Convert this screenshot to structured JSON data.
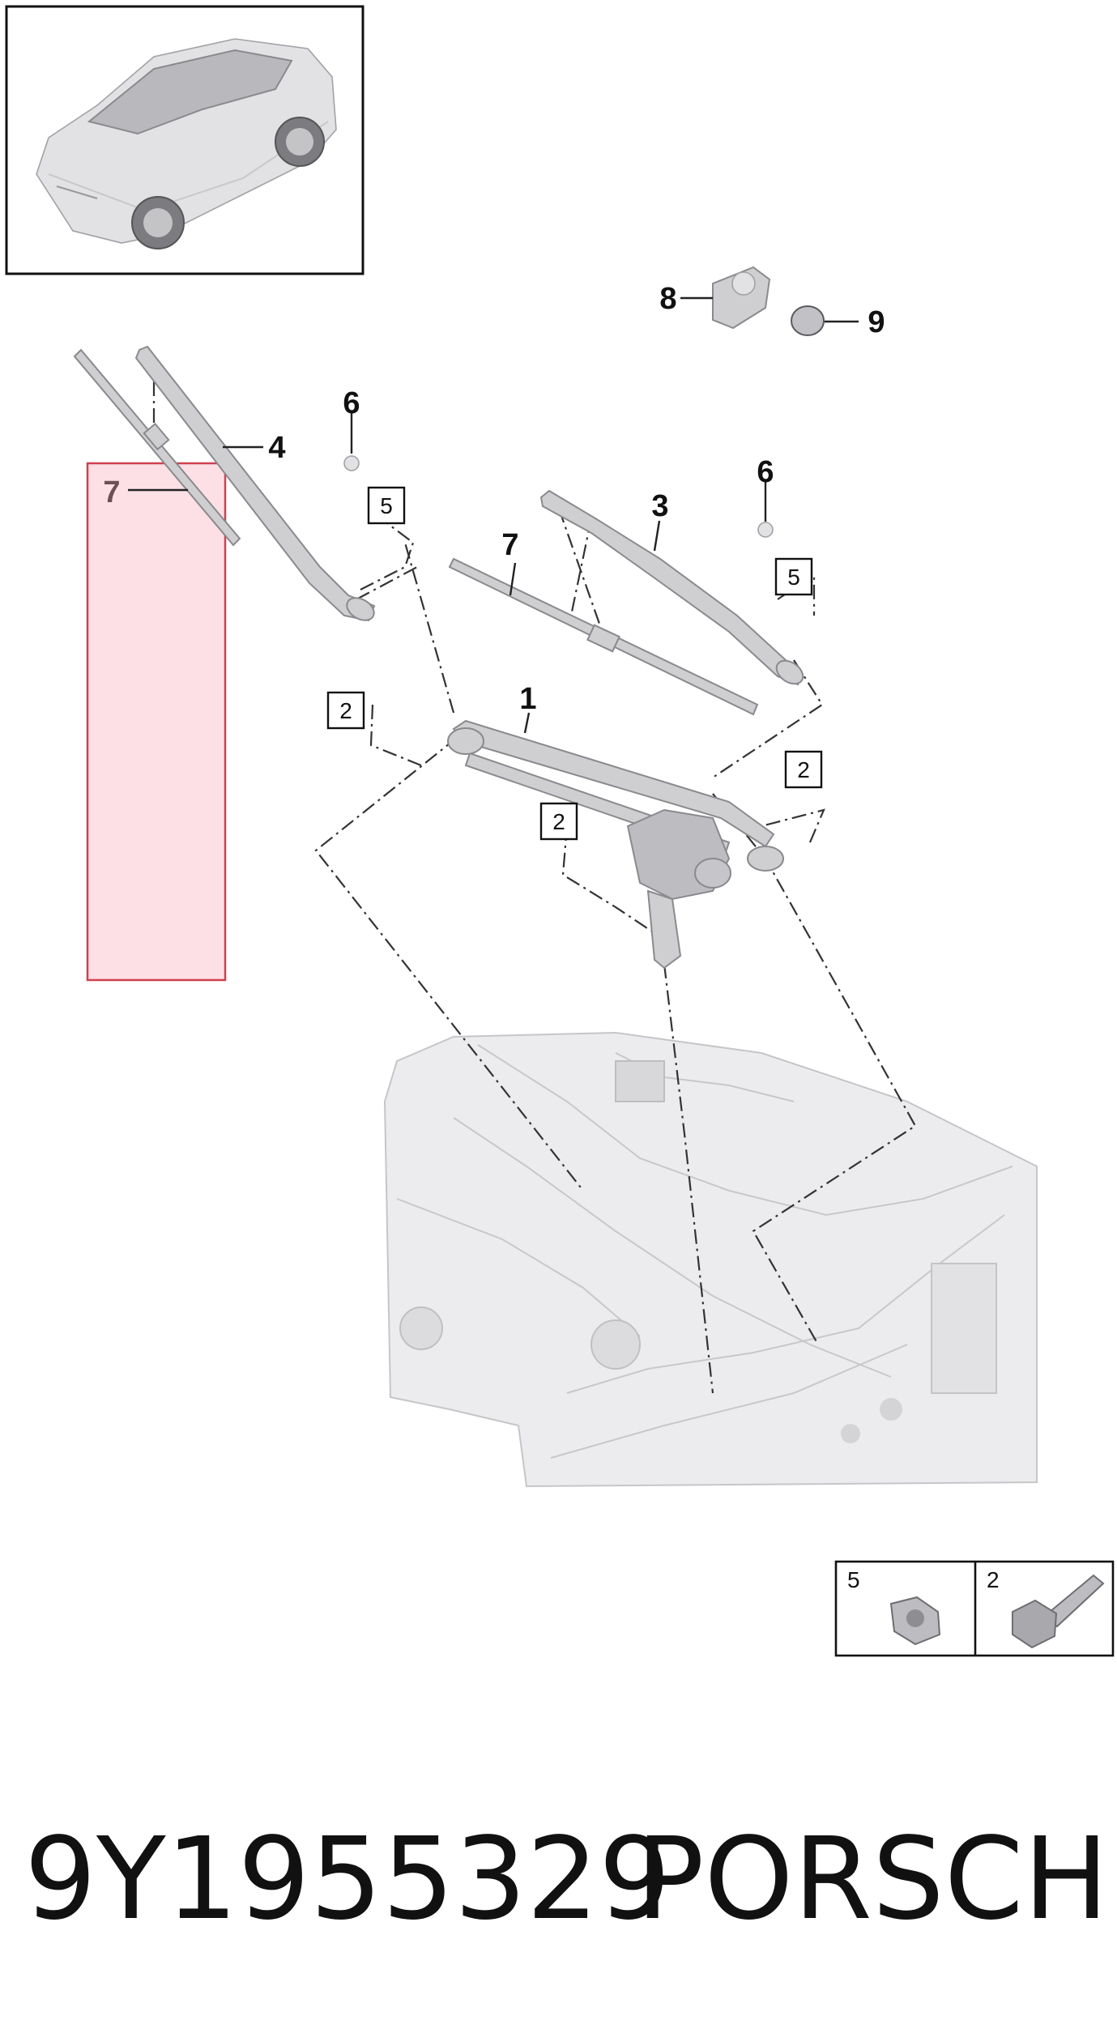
{
  "diagram": {
    "callouts": [
      {
        "id": "c1",
        "label": "1"
      },
      {
        "id": "c3",
        "label": "3"
      },
      {
        "id": "c4",
        "label": "4"
      },
      {
        "id": "c6a",
        "label": "6"
      },
      {
        "id": "c6b",
        "label": "6"
      },
      {
        "id": "c7a",
        "label": "7"
      },
      {
        "id": "c7b",
        "label": "7"
      },
      {
        "id": "c8",
        "label": "8"
      },
      {
        "id": "c9",
        "label": "9"
      }
    ],
    "boxed_labels": [
      {
        "id": "b5a",
        "label": "5"
      },
      {
        "id": "b5b",
        "label": "5"
      },
      {
        "id": "b2a",
        "label": "2"
      },
      {
        "id": "b2b",
        "label": "2"
      },
      {
        "id": "b2c",
        "label": "2"
      }
    ],
    "legend": [
      {
        "label": "5",
        "icon": "hex-nut-icon"
      },
      {
        "label": "2",
        "icon": "hex-bolt-icon"
      }
    ],
    "highlight_color": "#fde0e6",
    "highlight_border": "#d04050"
  },
  "footer": {
    "part_number": "9Y1955329",
    "brand": "PORSCHE"
  }
}
